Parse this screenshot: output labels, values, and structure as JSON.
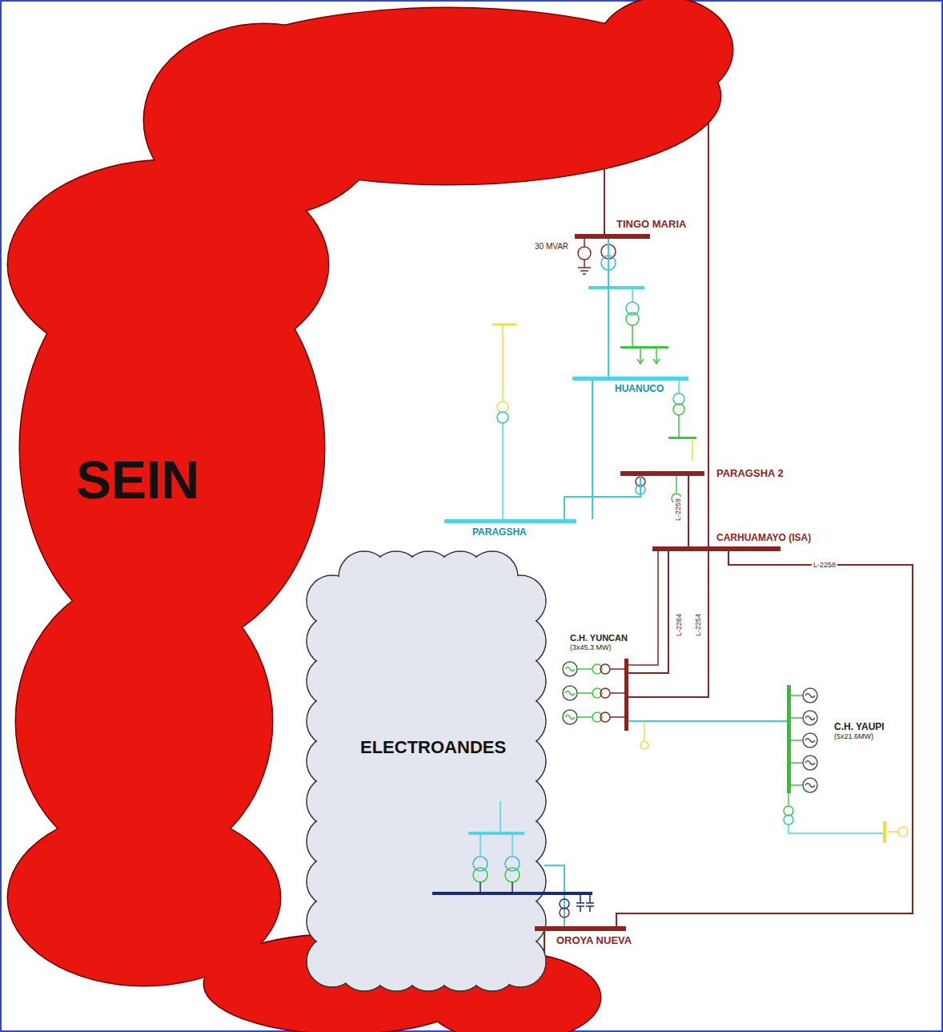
{
  "diagram": {
    "nodes": [
      {
        "text": [
          "SEIN"
        ]
      },
      {
        "text": [
          "TINGO MARIA"
        ]
      },
      {
        "text": [
          "HUANUCO"
        ]
      },
      {
        "text": [
          "PARAGSHA 2"
        ]
      },
      {
        "text": [
          "PARAGSHA"
        ]
      },
      {
        "text": [
          "CARHUAMAYO (ISA)"
        ]
      },
      {
        "text": [
          "C.H. YUNCAN",
          "(3x45.3 MW)"
        ]
      },
      {
        "text": [
          "ELECTROANDES"
        ]
      },
      {
        "text": [
          "C.H. YAUPI",
          "(5x21.6MW)"
        ]
      },
      {
        "text": [
          "OROYA NUEVA"
        ]
      }
    ],
    "edges": [
      {
        "from": 0,
        "to": 1,
        "arrow": "none"
      },
      {
        "from": 0,
        "to": 6,
        "label": "L-2254",
        "arrow": "none"
      },
      {
        "from": 1,
        "to": 2,
        "arrow": "none"
      },
      {
        "from": 2,
        "to": 4,
        "arrow": "none"
      },
      {
        "from": 4,
        "to": 3,
        "arrow": "none"
      },
      {
        "from": 3,
        "to": 5,
        "label": "L-2259",
        "arrow": "none"
      },
      {
        "from": 5,
        "to": 6,
        "label": "L-2264",
        "arrow": "none"
      },
      {
        "from": 5,
        "to": 9,
        "label": "L-2258",
        "arrow": "none"
      },
      {
        "from": 6,
        "to": 8,
        "arrow": "none"
      },
      {
        "from": 9,
        "to": 7,
        "arrow": "none"
      },
      {
        "from": 9,
        "to": 0,
        "arrow": "none"
      }
    ],
    "labels": [
      "30 MVAR"
    ]
  }
}
